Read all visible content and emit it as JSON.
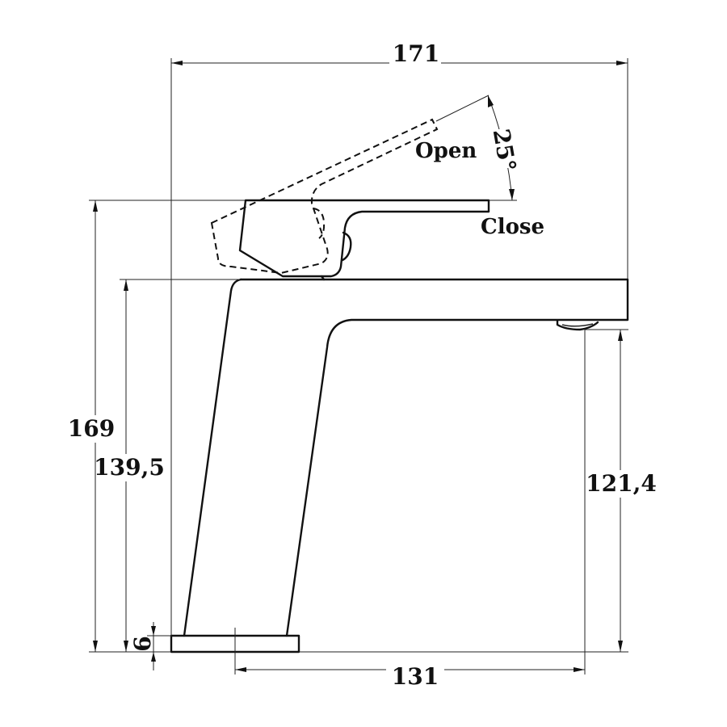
{
  "dimensions": {
    "total_width": "171",
    "spout_reach": "131",
    "total_height": "169",
    "body_height": "139,5",
    "outlet_height": "121,4",
    "base_thickness": "6",
    "lever_angle": "25°"
  },
  "labels": {
    "open": "Open",
    "close": "Close"
  },
  "colors": {
    "line": "#111111",
    "background": "#ffffff"
  }
}
